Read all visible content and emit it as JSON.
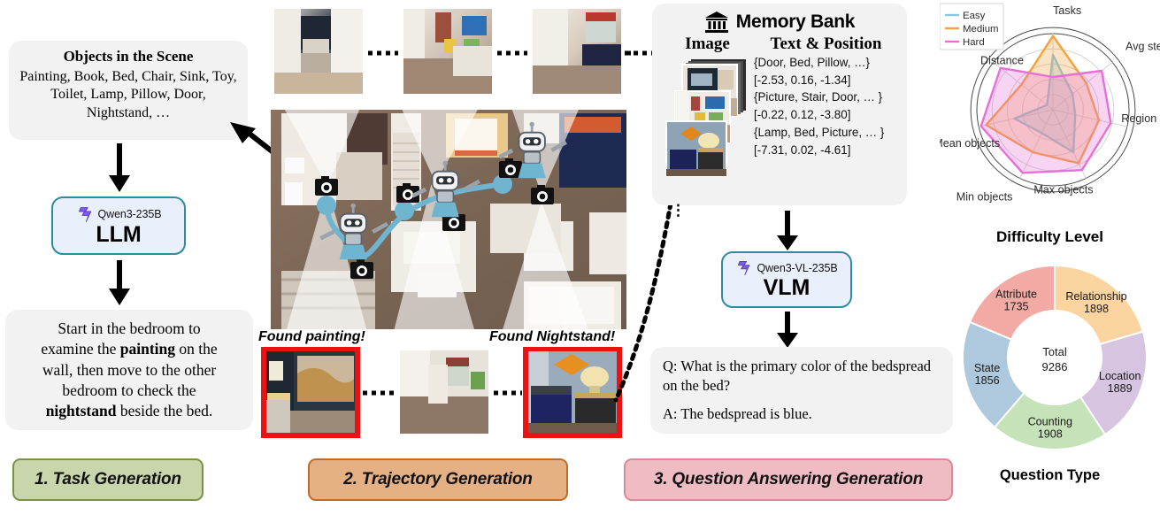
{
  "stage1": {
    "objects_title": "Objects in the Scene",
    "objects_list": "Painting, Book, Bed, Chair, Sink, Toy, Toilet, Lamp, Pillow, Door, Nightstand, …",
    "model": {
      "vendor": "Qwen3-235B",
      "name": "LLM",
      "icon": "qwen-logo-icon"
    },
    "task_line1": "Start in the bedroom to",
    "task_line2_a": "examine the ",
    "task_line2_b": "painting",
    "task_line2_c": " on the",
    "task_line3": "wall, then move to the other",
    "task_line4": "bedroom to check the",
    "task_line5_a": "nightstand",
    "task_line5_b": " beside the bed.",
    "badge": "1. Task Generation",
    "badge_bg": "#c9d6ab",
    "badge_border": "#7d9145"
  },
  "stage2": {
    "badge": "2. Trajectory Generation",
    "badge_bg": "#e5b184",
    "badge_border": "#bf6b28",
    "found_painting": "Found painting!",
    "found_nightstand": "Found Nightstand!",
    "top_views": [
      "bedroom-doorway-view",
      "hallway-playroom-view",
      "bedroom-door-view"
    ],
    "bottom_views": [
      "painting-on-wall-view",
      "hallway-view",
      "nightstand-bedroom-view"
    ],
    "map": "top-down-floorplan",
    "agents": 3,
    "cameras": 7
  },
  "memory_bank": {
    "title": "Memory Bank",
    "icon": "bank-icon",
    "col_image": "Image",
    "col_text": "Text & Position",
    "entries": [
      {
        "objects": "{Door, Bed, Pillow, …}",
        "position": "[-2.53, 0.16, -1.34]"
      },
      {
        "objects": "{Picture, Stair, Door, … }",
        "position": "[-0.22, 0.12, -3.80]"
      },
      {
        "objects": "{Lamp, Bed, Picture, … }",
        "position": "[-7.31, 0.02, -4.61]"
      }
    ],
    "ellipsis": "⋮"
  },
  "stage3": {
    "model": {
      "vendor": "Qwen3-VL-235B",
      "name": "VLM",
      "icon": "qwen-logo-icon"
    },
    "question": "Q: What is the primary color of the bedspread on the bed?",
    "answer": "A: The bedspread is blue.",
    "badge": "3. Question Answering Generation",
    "badge_bg": "#f0bcc4",
    "badge_border": "#d98a98"
  },
  "chart_data": [
    {
      "type": "radar",
      "title": "Difficulty Level",
      "categories": [
        "Tasks",
        "Avg steps",
        "Region",
        "Max objects",
        "Min objects",
        "Mean objects",
        "Distance"
      ],
      "rmax": 1.0,
      "grid": true,
      "legend": {
        "position": "top-left",
        "entries": [
          "Easy",
          "Medium",
          "Hard"
        ]
      },
      "series": [
        {
          "name": "Easy",
          "color": "#86c5dd",
          "values": [
            0.72,
            0.33,
            0.3,
            0.62,
            0.34,
            0.52,
            0.1
          ]
        },
        {
          "name": "Medium",
          "color": "#f4a23a",
          "values": [
            0.97,
            0.56,
            0.62,
            0.78,
            0.62,
            0.9,
            0.53
          ]
        },
        {
          "name": "Hard",
          "color": "#e86fd6",
          "values": [
            0.43,
            0.82,
            0.78,
            0.88,
            0.92,
            0.97,
            0.88
          ]
        }
      ]
    },
    {
      "type": "pie",
      "subtype": "donut",
      "title": "Question Type",
      "center_label": "Total",
      "center_value": "9286",
      "total": 9286,
      "labels": [
        "Relationship",
        "Location",
        "Counting",
        "State",
        "Attribute"
      ],
      "values": [
        1898,
        1889,
        1908,
        1856,
        1735
      ],
      "colors": [
        "#fbd4a0",
        "#d7c4e0",
        "#c5e2b9",
        "#aec9dd",
        "#f3aaa4"
      ]
    }
  ]
}
